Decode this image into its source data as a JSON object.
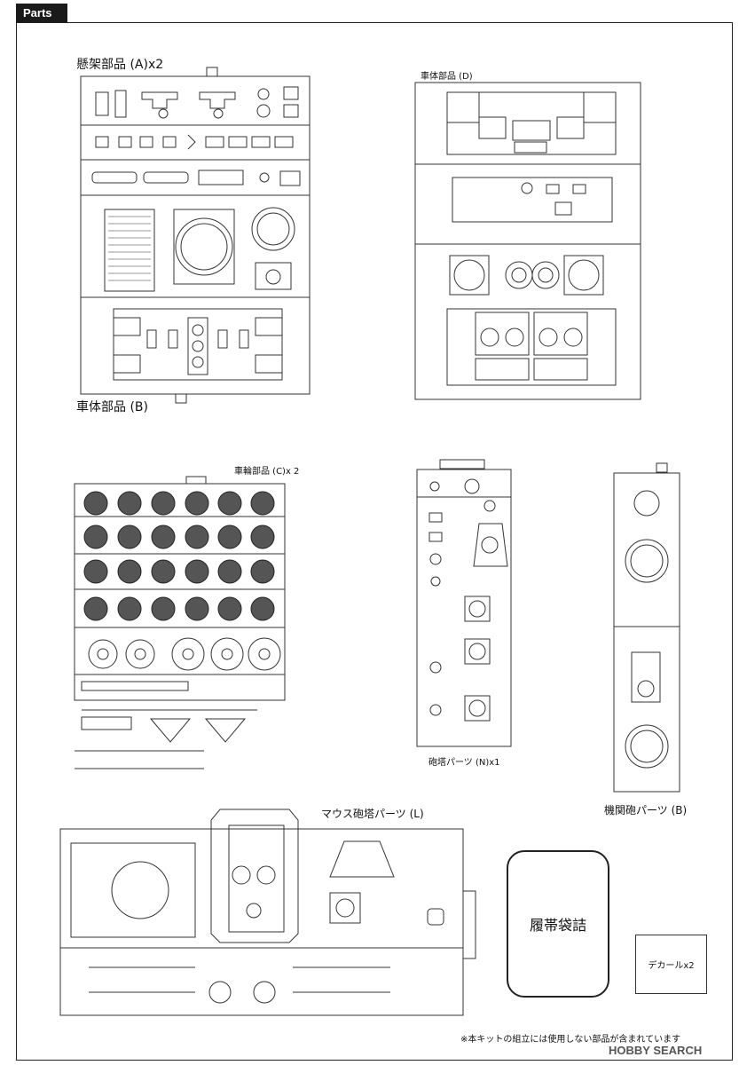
{
  "header": {
    "tab_label": "Parts"
  },
  "sprues": {
    "a_label": "懸架部品 (A)x2",
    "b_label": "車体部品 (B)",
    "d_label": "車体部品 (D)",
    "c_label": "車輪部品 (C)x 2",
    "n_label": "砲塔パーツ (N)x1",
    "mg_label": "機関砲パーツ (B)",
    "l_label": "マウス砲塔パーツ (L)"
  },
  "track_box": {
    "label": "履帯袋詰"
  },
  "decal": {
    "label": "デカールx2"
  },
  "footer": {
    "note": "※本キットの組立には使用しない部品が含まれています",
    "watermark": "HOBBY SEARCH"
  }
}
